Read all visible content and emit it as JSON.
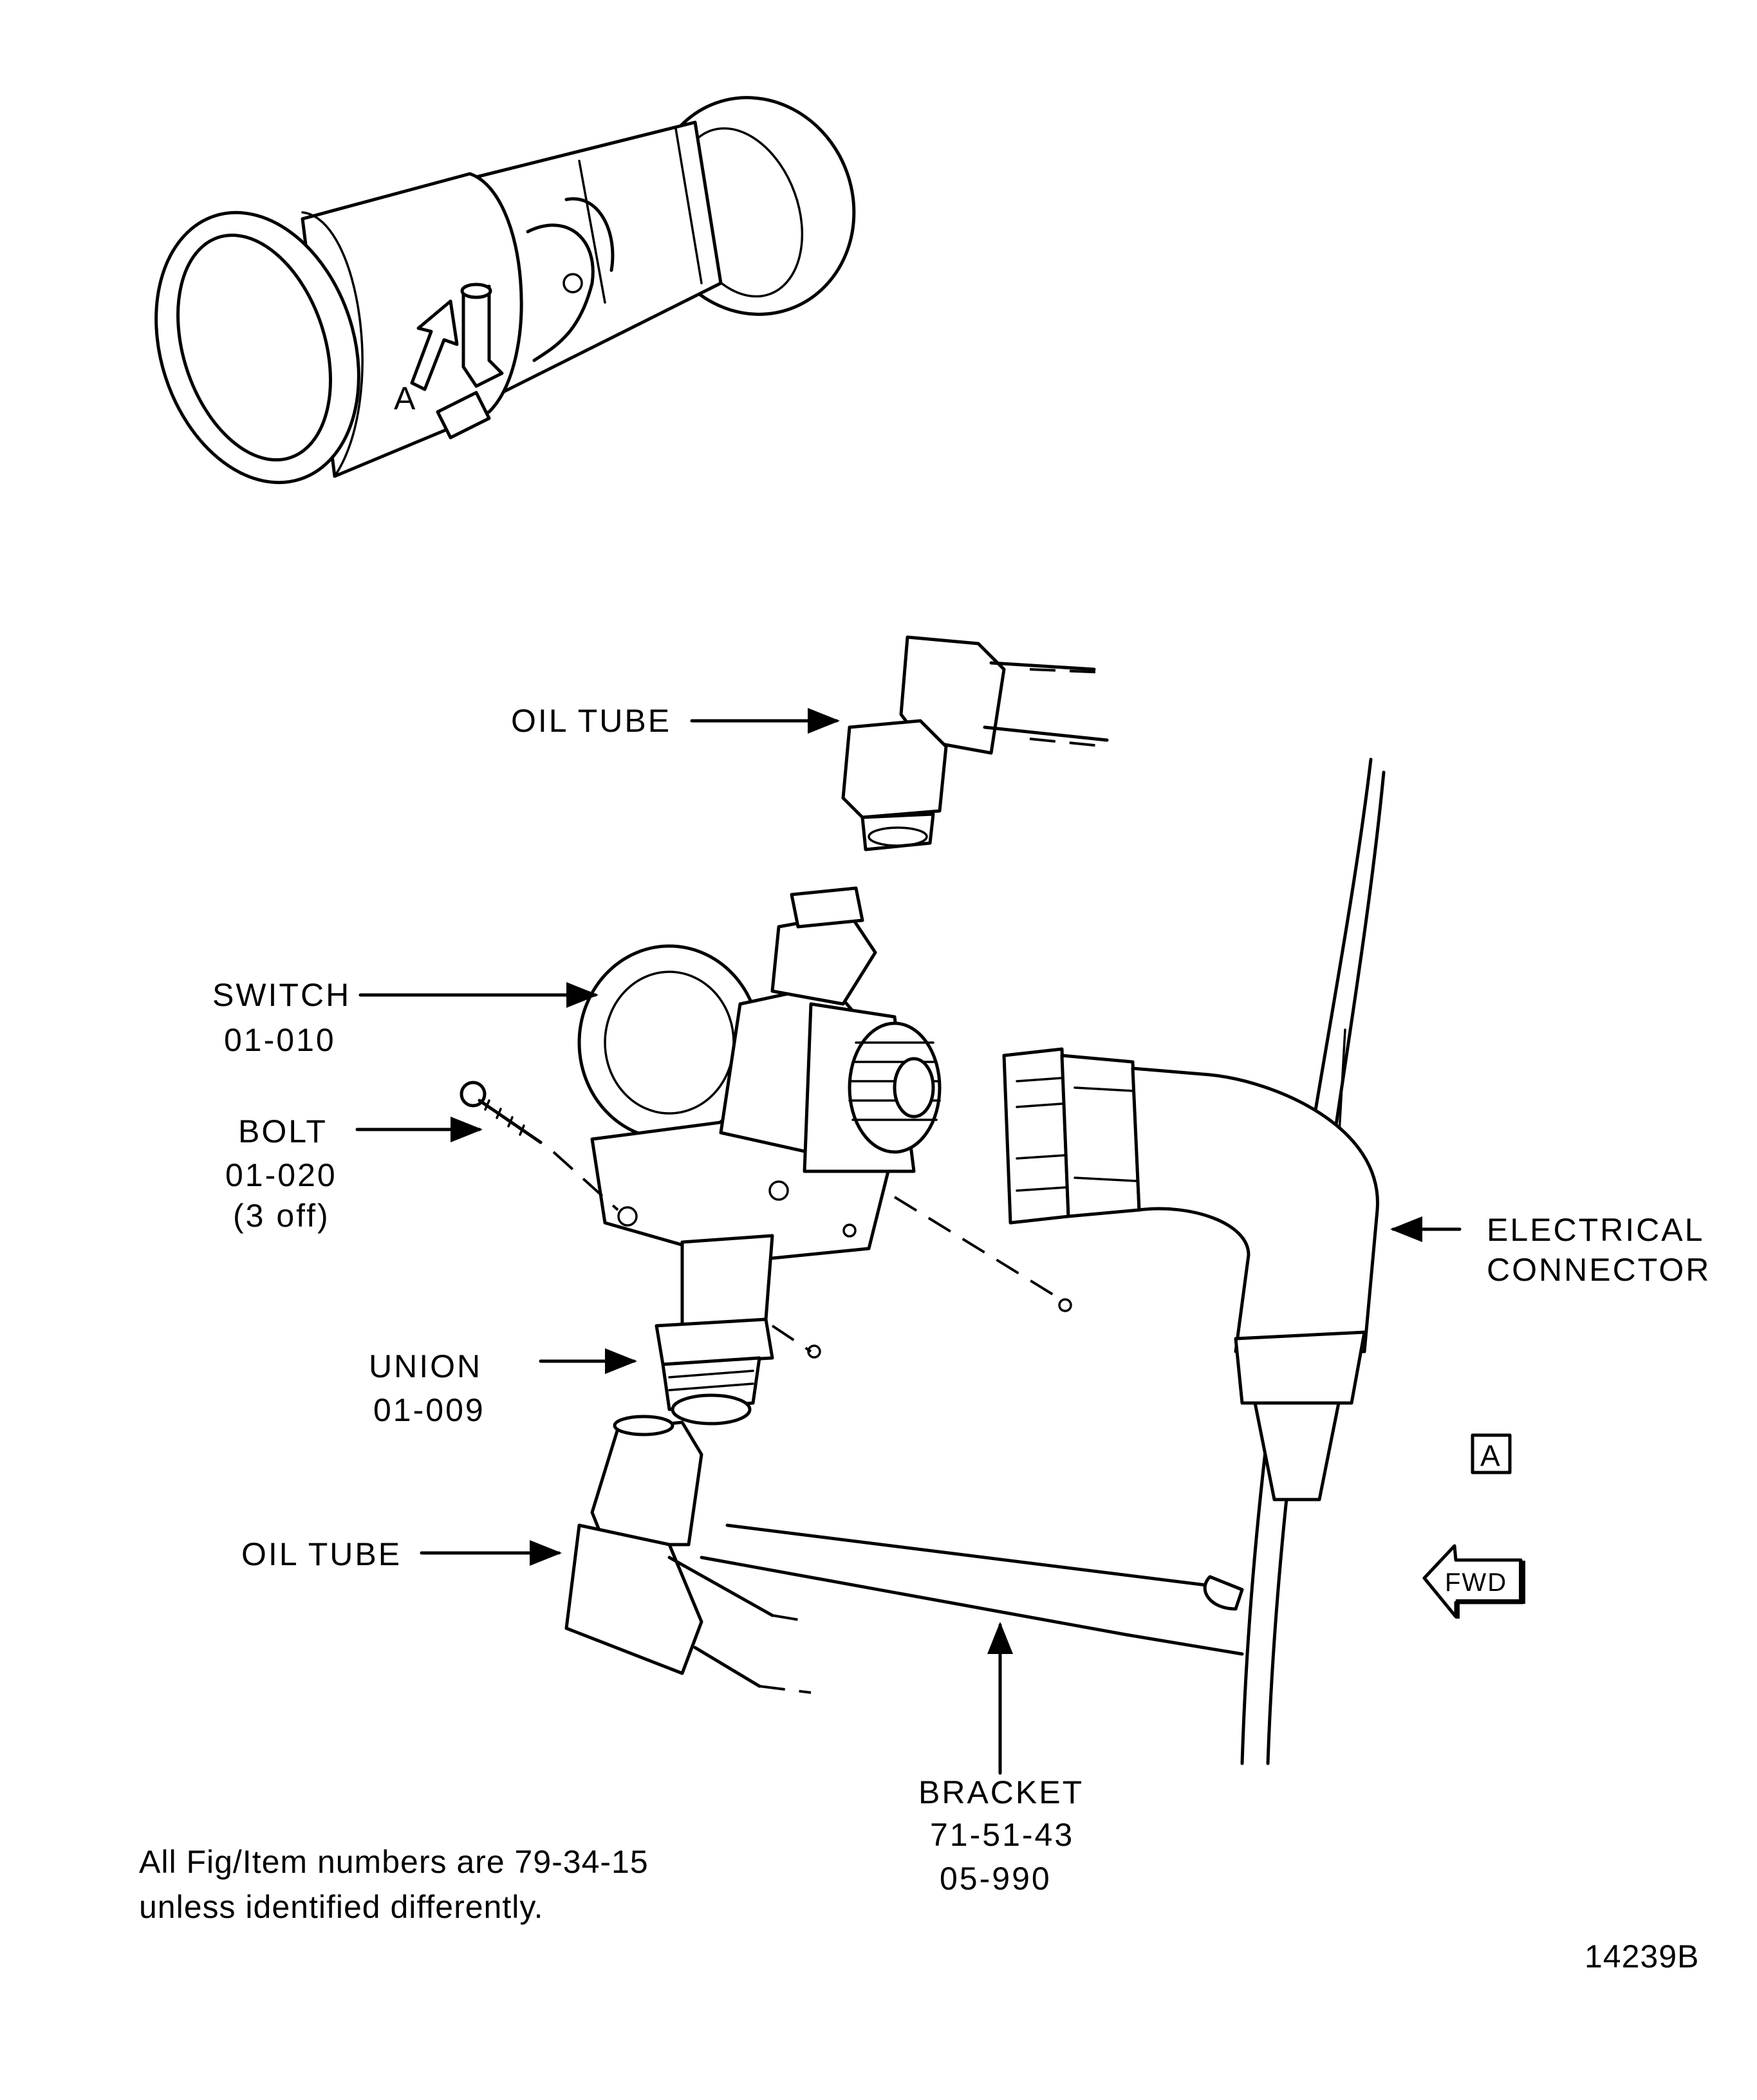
{
  "labels": {
    "oil_tube_top": "OIL TUBE",
    "switch": {
      "name": "SWITCH",
      "item": "01-010"
    },
    "bolt": {
      "name": "BOLT",
      "item": "01-020",
      "qty": "(3 off)"
    },
    "union": {
      "name": "UNION",
      "item": "01-009"
    },
    "oil_tube_bottom": "OIL TUBE",
    "electrical_connector": {
      "line1": "ELECTRICAL",
      "line2": "CONNECTOR"
    },
    "bracket": {
      "name": "BRACKET",
      "ref": "71-51-43",
      "item": "05-990"
    },
    "view_a_marker": "A",
    "view_callout": "A",
    "fwd_arrow": "FWD"
  },
  "note": {
    "line1": "All Fig/Item numbers are 79-34-15",
    "line2": "unless identified differently."
  },
  "figure_number": "14239B"
}
